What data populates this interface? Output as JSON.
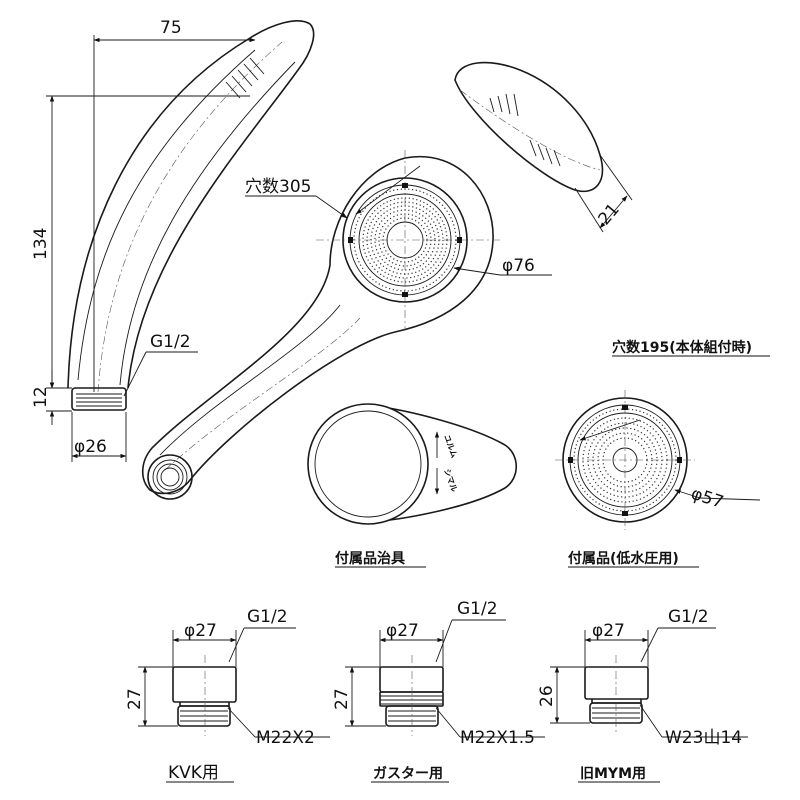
{
  "head_side_view": {
    "dim_width": "75",
    "dim_height": "134",
    "dim_thread_length": "12",
    "thread_label": "G1/2",
    "dim_diameter": "φ26"
  },
  "spray_face": {
    "holes_label": "穴数305",
    "dim_diameter": "φ76"
  },
  "top_profile": {
    "dim_thickness": "21"
  },
  "low_pressure_plate": {
    "holes_label": "穴数195(本体組付時)",
    "dim_diameter": "φ57",
    "caption": "付属品(低水圧用)"
  },
  "jig": {
    "caption": "付属品治具",
    "arrow_text_top": "ユルム",
    "arrow_text_bottom": "シマル"
  },
  "adapters": [
    {
      "dim_diameter": "φ27",
      "thread_top": "G1/2",
      "dim_height": "27",
      "thread_bottom": "M22X2",
      "caption": "KVK用"
    },
    {
      "dim_diameter": "φ27",
      "thread_top": "G1/2",
      "dim_height": "27",
      "thread_bottom": "M22X1.5",
      "caption": "ガスター用"
    },
    {
      "dim_diameter": "φ27",
      "thread_top": "G1/2",
      "dim_height": "26",
      "thread_bottom": "W23山14",
      "caption": "旧MYM用"
    }
  ]
}
